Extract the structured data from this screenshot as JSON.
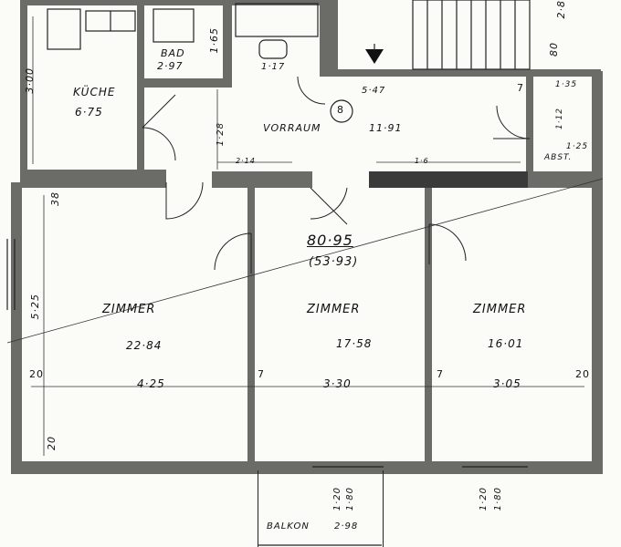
{
  "plan": {
    "total_area": "80·95",
    "total_area_alt": "(53·93)",
    "rooms": {
      "kueche": {
        "name": "KÜCHE",
        "area": "6·75"
      },
      "bad": {
        "name": "BAD",
        "area": "2·97"
      },
      "vorraum": {
        "name": "VORRAUM",
        "area": "11·91",
        "marker": "8"
      },
      "abst": {
        "name": "ABST.",
        "area": "1·25"
      },
      "zimmer1": {
        "name": "ZIMMER",
        "area": "22·84",
        "width": "4·25"
      },
      "zimmer2": {
        "name": "ZIMMER",
        "area": "17·58",
        "width": "3·30"
      },
      "zimmer3": {
        "name": "ZIMMER",
        "area": "16·01",
        "width": "3·05"
      },
      "balkon": {
        "name": "BALKON",
        "area": "2·98"
      }
    },
    "dimensions": {
      "kueche_height": "3·00",
      "bad_depth": "1·65",
      "wc_width": "1·17",
      "vorraum_width": "5·47",
      "vorraum_height": "1·28",
      "abst_width": "1·35",
      "abst_depth": "1·12",
      "door_a": "2·14",
      "door_b": "1·6",
      "zimmer_height": "5·25",
      "window_a": "1·20",
      "window_a_h": "1·80",
      "window_b": "1·20",
      "window_b_h": "1·80",
      "wall_20_left": "20",
      "wall_20_right": "20",
      "wall_20_bottom": "20",
      "wall_38": "38",
      "wall_7a": "7",
      "wall_7b": "7",
      "wall_7c": "7",
      "top_80": "80",
      "top_2": "2·8"
    }
  }
}
